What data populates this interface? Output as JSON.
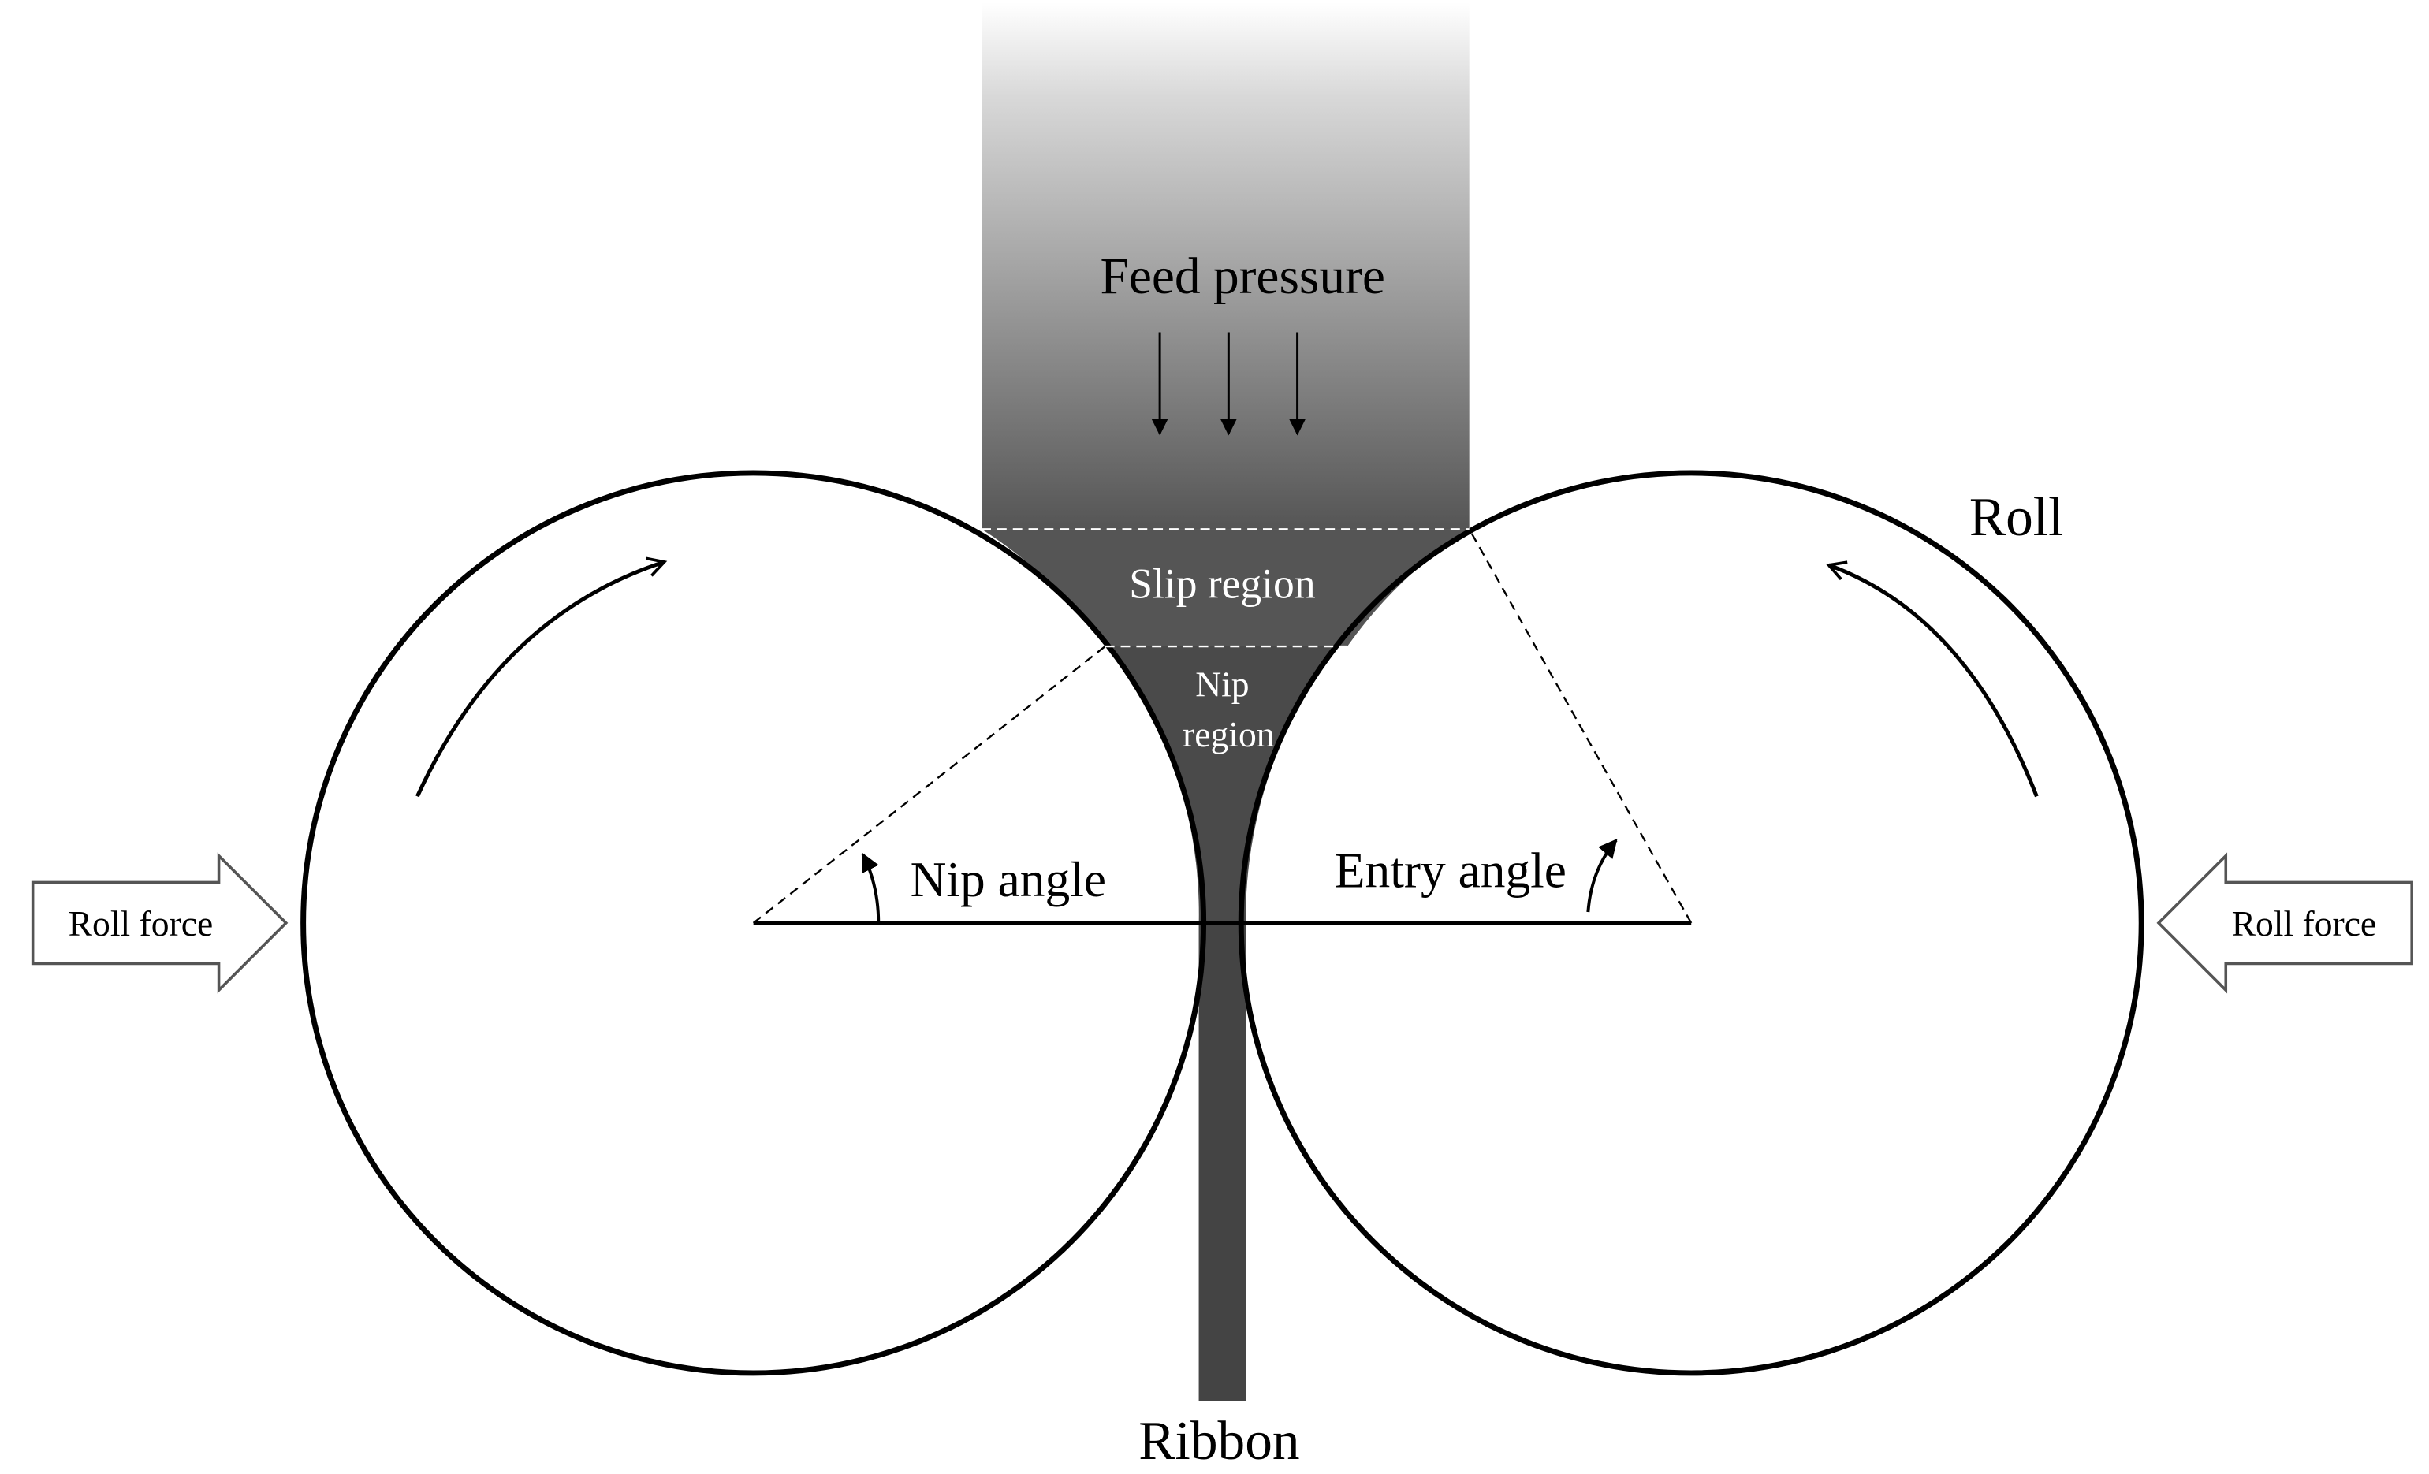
{
  "labels": {
    "feed_pressure": "Feed pressure",
    "roll": "Roll",
    "slip_region": "Slip region",
    "nip_region_line1": "Nip",
    "nip_region_line2": "region",
    "nip_angle": "Nip angle",
    "entry_angle": "Entry angle",
    "roll_force_left": "Roll force",
    "roll_force_right": "Roll force",
    "ribbon": "Ribbon"
  },
  "colors": {
    "line": "#000000",
    "feed_top": "#ffffff",
    "feed_bottom": "#505050",
    "nip_fill": "#4a4a4a",
    "ribbon": "#444444",
    "inner_text": "#ffffff",
    "dashed_inner": "#ffffff"
  }
}
